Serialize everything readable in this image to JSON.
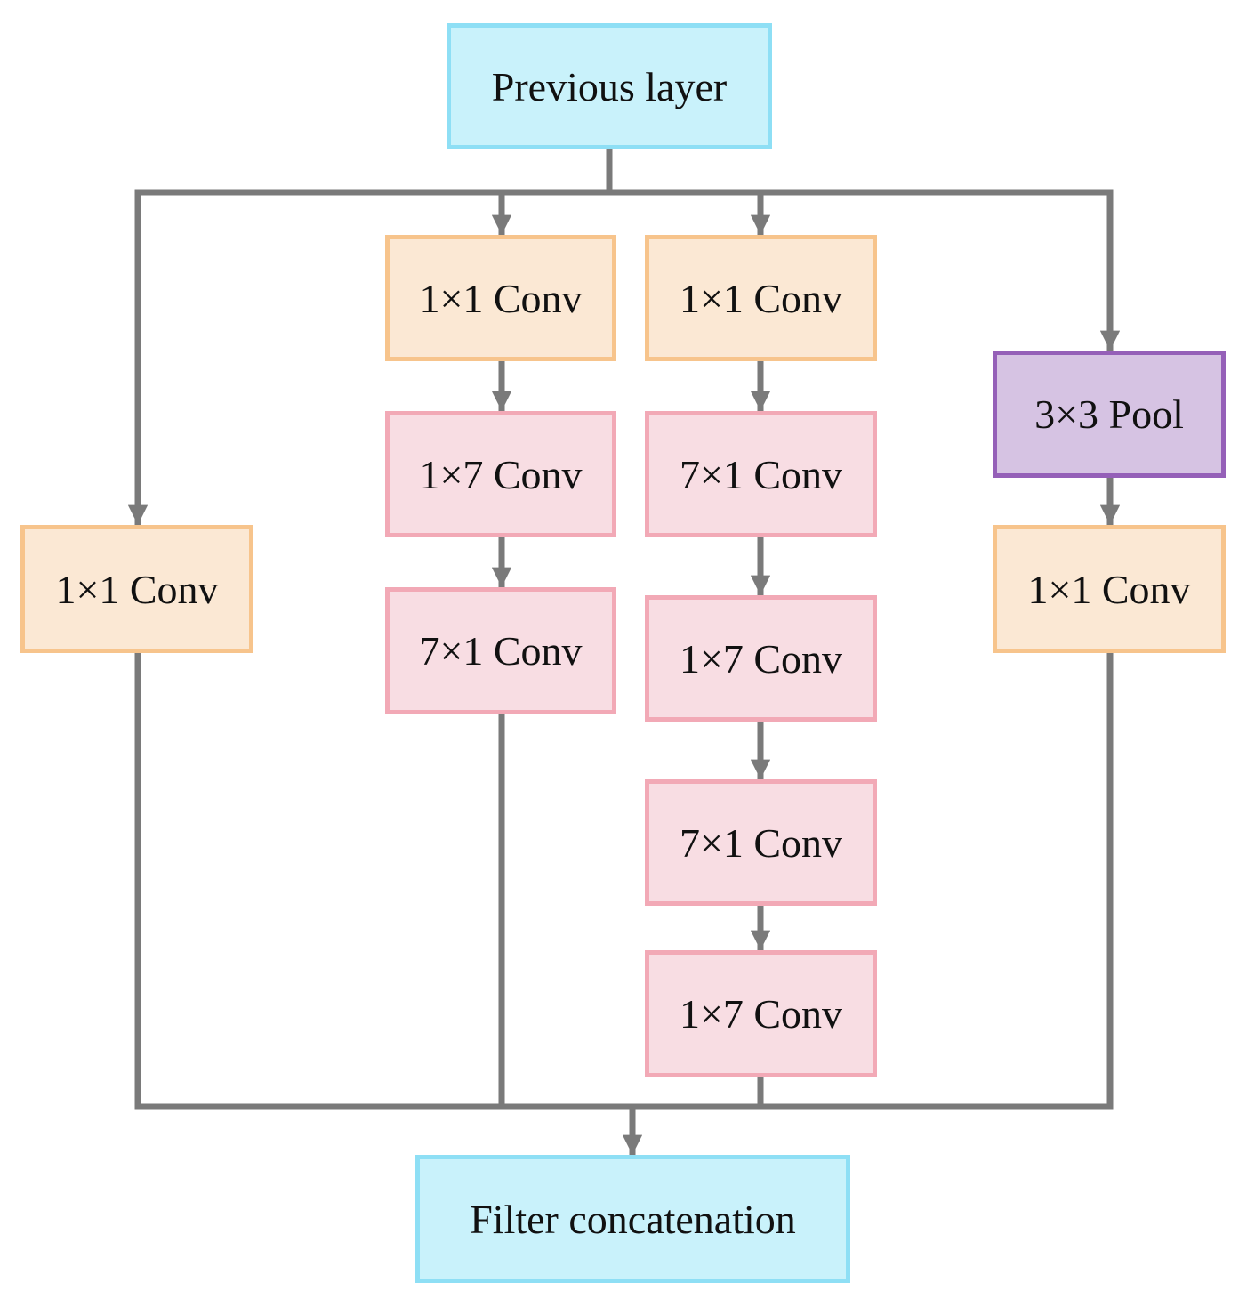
{
  "nodes": {
    "previous_layer": "Previous layer",
    "b1_conv1x1": "1×1 Conv",
    "b2_conv1x1": "1×1 Conv",
    "b2_conv1x7": "1×7 Conv",
    "b2_conv7x1": "7×1 Conv",
    "b3_conv1x1": "1×1 Conv",
    "b3_conv7x1_a": "7×1 Conv",
    "b3_conv1x7_a": "1×7 Conv",
    "b3_conv7x1_b": "7×1 Conv",
    "b3_conv1x7_b": "1×7 Conv",
    "b4_pool3x3": "3×3 Pool",
    "b4_conv1x1": "1×1 Conv",
    "filter_concat": "Filter concatenation"
  },
  "colors": {
    "io_fill": "#c9f2fb",
    "io_border": "#8edff5",
    "conv1x1_fill": "#fbe8d4",
    "conv1x1_border": "#f7c48c",
    "conv_fill": "#f8dde3",
    "conv_border": "#f2a9b6",
    "pool_fill": "#d6c3e3",
    "pool_border": "#9560b8",
    "connector": "#7a7a7a"
  }
}
